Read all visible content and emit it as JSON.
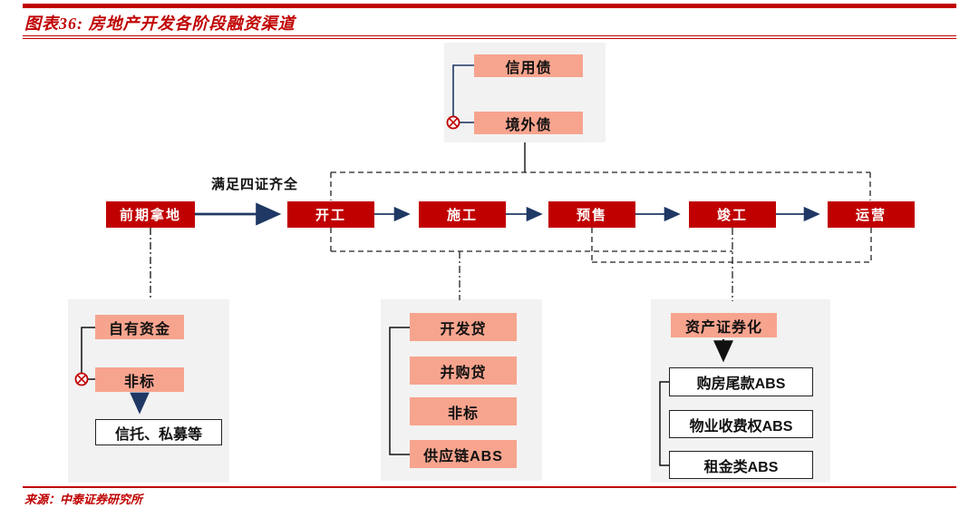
{
  "header": {
    "title": "图表36: 房地产开发各阶段融资渠道"
  },
  "footer": {
    "source": "来源：中泰证券研究所"
  },
  "timeline": {
    "arrow_label": "满足四证齐全",
    "stages": [
      "前期拿地",
      "开工",
      "施工",
      "预售",
      "竣工",
      "运营"
    ]
  },
  "top_panel": {
    "items": [
      "信用债",
      "境外债"
    ]
  },
  "left_panel": {
    "items": [
      "自有资金",
      "非标"
    ],
    "sub_item": "信托、私募等"
  },
  "mid_panel": {
    "items": [
      "开发贷",
      "并购贷",
      "非标",
      "供应链ABS"
    ]
  },
  "right_panel": {
    "header": "资产证券化",
    "items": [
      "购房尾款ABS",
      "物业收费权ABS",
      "租金类ABS"
    ]
  },
  "icons": {
    "restricted": "crossed-circle-icon"
  },
  "colors": {
    "accent_red": "#C00000",
    "stage_red": "#C00000",
    "salmon": "#F7A48E",
    "navy_arrow": "#1F3864",
    "panel_gray": "#F2F2F2",
    "line_black": "#222222"
  }
}
